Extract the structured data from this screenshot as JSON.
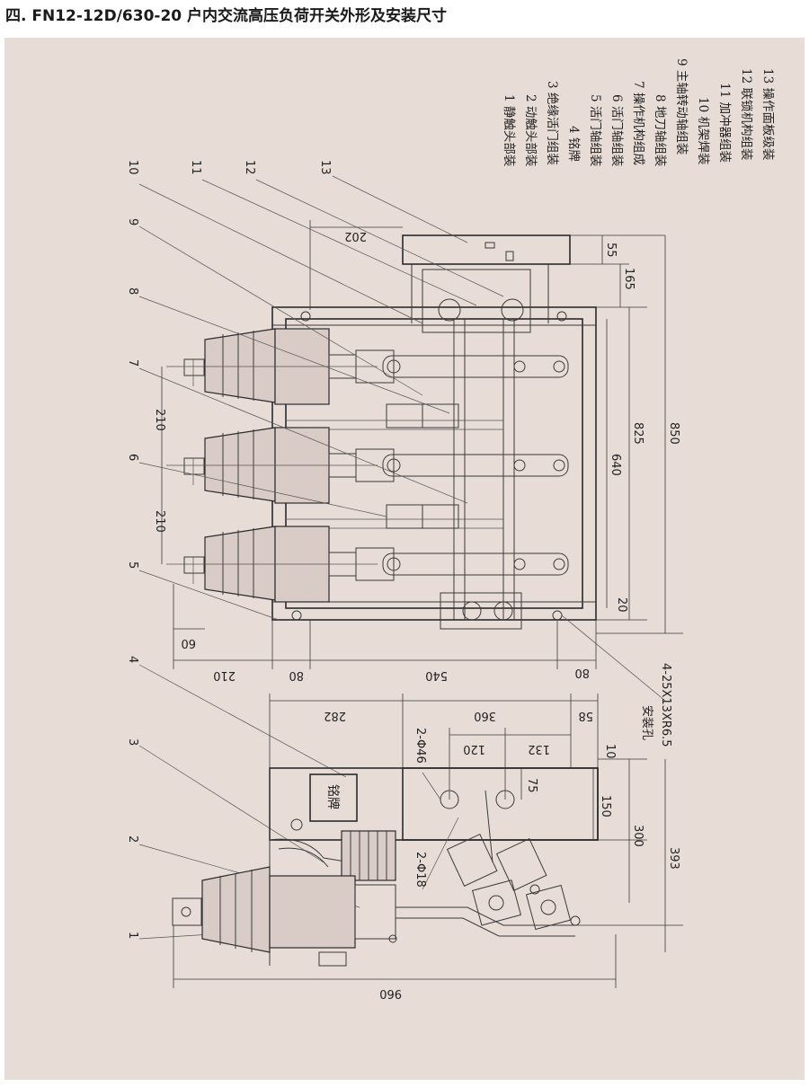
{
  "title": "四. FN12-12D/630-20 户内交流高压负荷开关外形及安装尺寸",
  "legend": [
    "1 静触头部装",
    "2 动触头部装",
    "3 绝缘活门组装",
    "4 铭牌",
    "5 活门轴组装",
    "6 活门轴组装",
    "7 操作机构组成",
    "8 地刀轴组装",
    "9 主轴转动轴组装",
    "10 机架焊装",
    "11 加冲器组装",
    "12 联锁机构组装",
    "13 操作面板级装"
  ],
  "callouts": [
    "10",
    "11",
    "12",
    "13",
    "9",
    "8",
    "7",
    "6",
    "5",
    "4",
    "3",
    "2",
    "1"
  ],
  "dims_top": {
    "d202": "202",
    "d55": "55",
    "d165": "165",
    "d825": "825",
    "d850": "850",
    "d640": "640",
    "d20": "20",
    "d210a": "210",
    "d210b": "210",
    "d60": "60",
    "d210c": "210",
    "d80a": "80",
    "d540": "540",
    "d80b": "80"
  },
  "dims_side": {
    "d282": "282",
    "d360": "360",
    "d58": "58",
    "d120": "120",
    "d132": "132",
    "d10": "10",
    "d75": "75",
    "d150": "150",
    "d300": "300",
    "d393": "393",
    "d960": "960"
  },
  "notes": {
    "phi46": "2-Φ46",
    "phi18": "2-Φ18",
    "mount_holes": "安装孔",
    "mount_spec": "4-25X13XR6.5",
    "nameplate": "铭牌"
  }
}
